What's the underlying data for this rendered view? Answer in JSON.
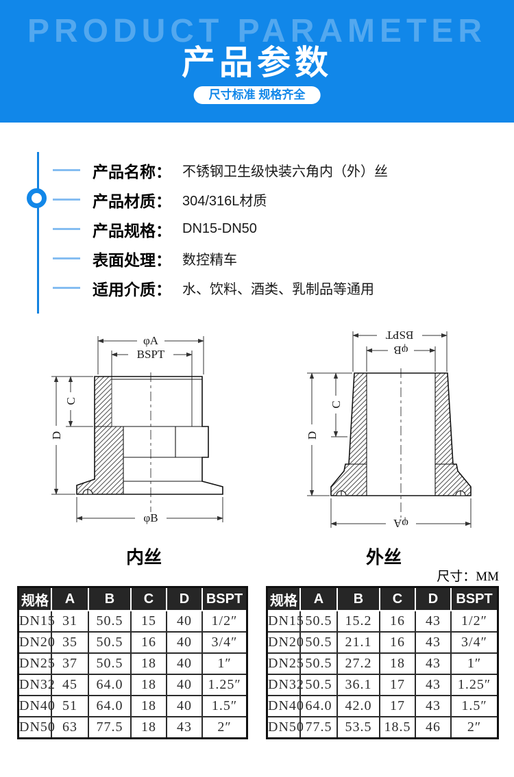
{
  "header": {
    "watermark": "PRODUCT PARAMETER",
    "title": "产品参数",
    "badge": "尺寸标准 规格齐全"
  },
  "colors": {
    "banner_blue": "#1187e9",
    "watermark_blue": "#4da3ed",
    "line_blue": "#1483e0",
    "dash_blue": "#85bdf1",
    "table_header_bg": "#262626"
  },
  "specs": {
    "items": [
      {
        "label": "产品名称：",
        "value": "不锈钢卫生级快装六角内（外）丝"
      },
      {
        "label": "产品材质：",
        "value": "304/316L材质"
      },
      {
        "label": "产品规格：",
        "value": "DN15-DN50"
      },
      {
        "label": "表面处理：",
        "value": "数控精车"
      },
      {
        "label": "适用介质：",
        "value": "水、饮料、酒类、乳制品等通用"
      }
    ]
  },
  "diagrams": {
    "unit_note": "尺寸：MM",
    "left": {
      "caption": "内丝",
      "dims": {
        "top_outer": "φA",
        "top_inner": "BSPT",
        "side_outer": "D",
        "side_inner": "C",
        "bottom": "φB"
      }
    },
    "right": {
      "caption": "外丝",
      "dims": {
        "top_outer": "BSPT",
        "top_inner": "φB",
        "side_outer": "D",
        "side_inner": "C",
        "bottom": "φA"
      }
    }
  },
  "tables": {
    "columns": [
      "规格",
      "A",
      "B",
      "C",
      "D",
      "BSPT"
    ],
    "inner": {
      "rows": [
        [
          "DN15",
          "31",
          "50.5",
          "15",
          "40",
          "1/2″"
        ],
        [
          "DN20",
          "35",
          "50.5",
          "16",
          "40",
          "3/4″"
        ],
        [
          "DN25",
          "37",
          "50.5",
          "18",
          "40",
          "1″"
        ],
        [
          "DN32",
          "45",
          "64.0",
          "18",
          "40",
          "1.25″"
        ],
        [
          "DN40",
          "51",
          "64.0",
          "18",
          "40",
          "1.5″"
        ],
        [
          "DN50",
          "63",
          "77.5",
          "18",
          "43",
          "2″"
        ]
      ]
    },
    "outer": {
      "rows": [
        [
          "DN15",
          "50.5",
          "15.2",
          "16",
          "43",
          "1/2″"
        ],
        [
          "DN20",
          "50.5",
          "21.1",
          "16",
          "43",
          "3/4″"
        ],
        [
          "DN25",
          "50.5",
          "27.2",
          "18",
          "43",
          "1″"
        ],
        [
          "DN32",
          "50.5",
          "36.1",
          "17",
          "43",
          "1.25″"
        ],
        [
          "DN40",
          "64.0",
          "42.0",
          "17",
          "43",
          "1.5″"
        ],
        [
          "DN50",
          "77.5",
          "53.5",
          "18.5",
          "46",
          "2″"
        ]
      ]
    }
  }
}
